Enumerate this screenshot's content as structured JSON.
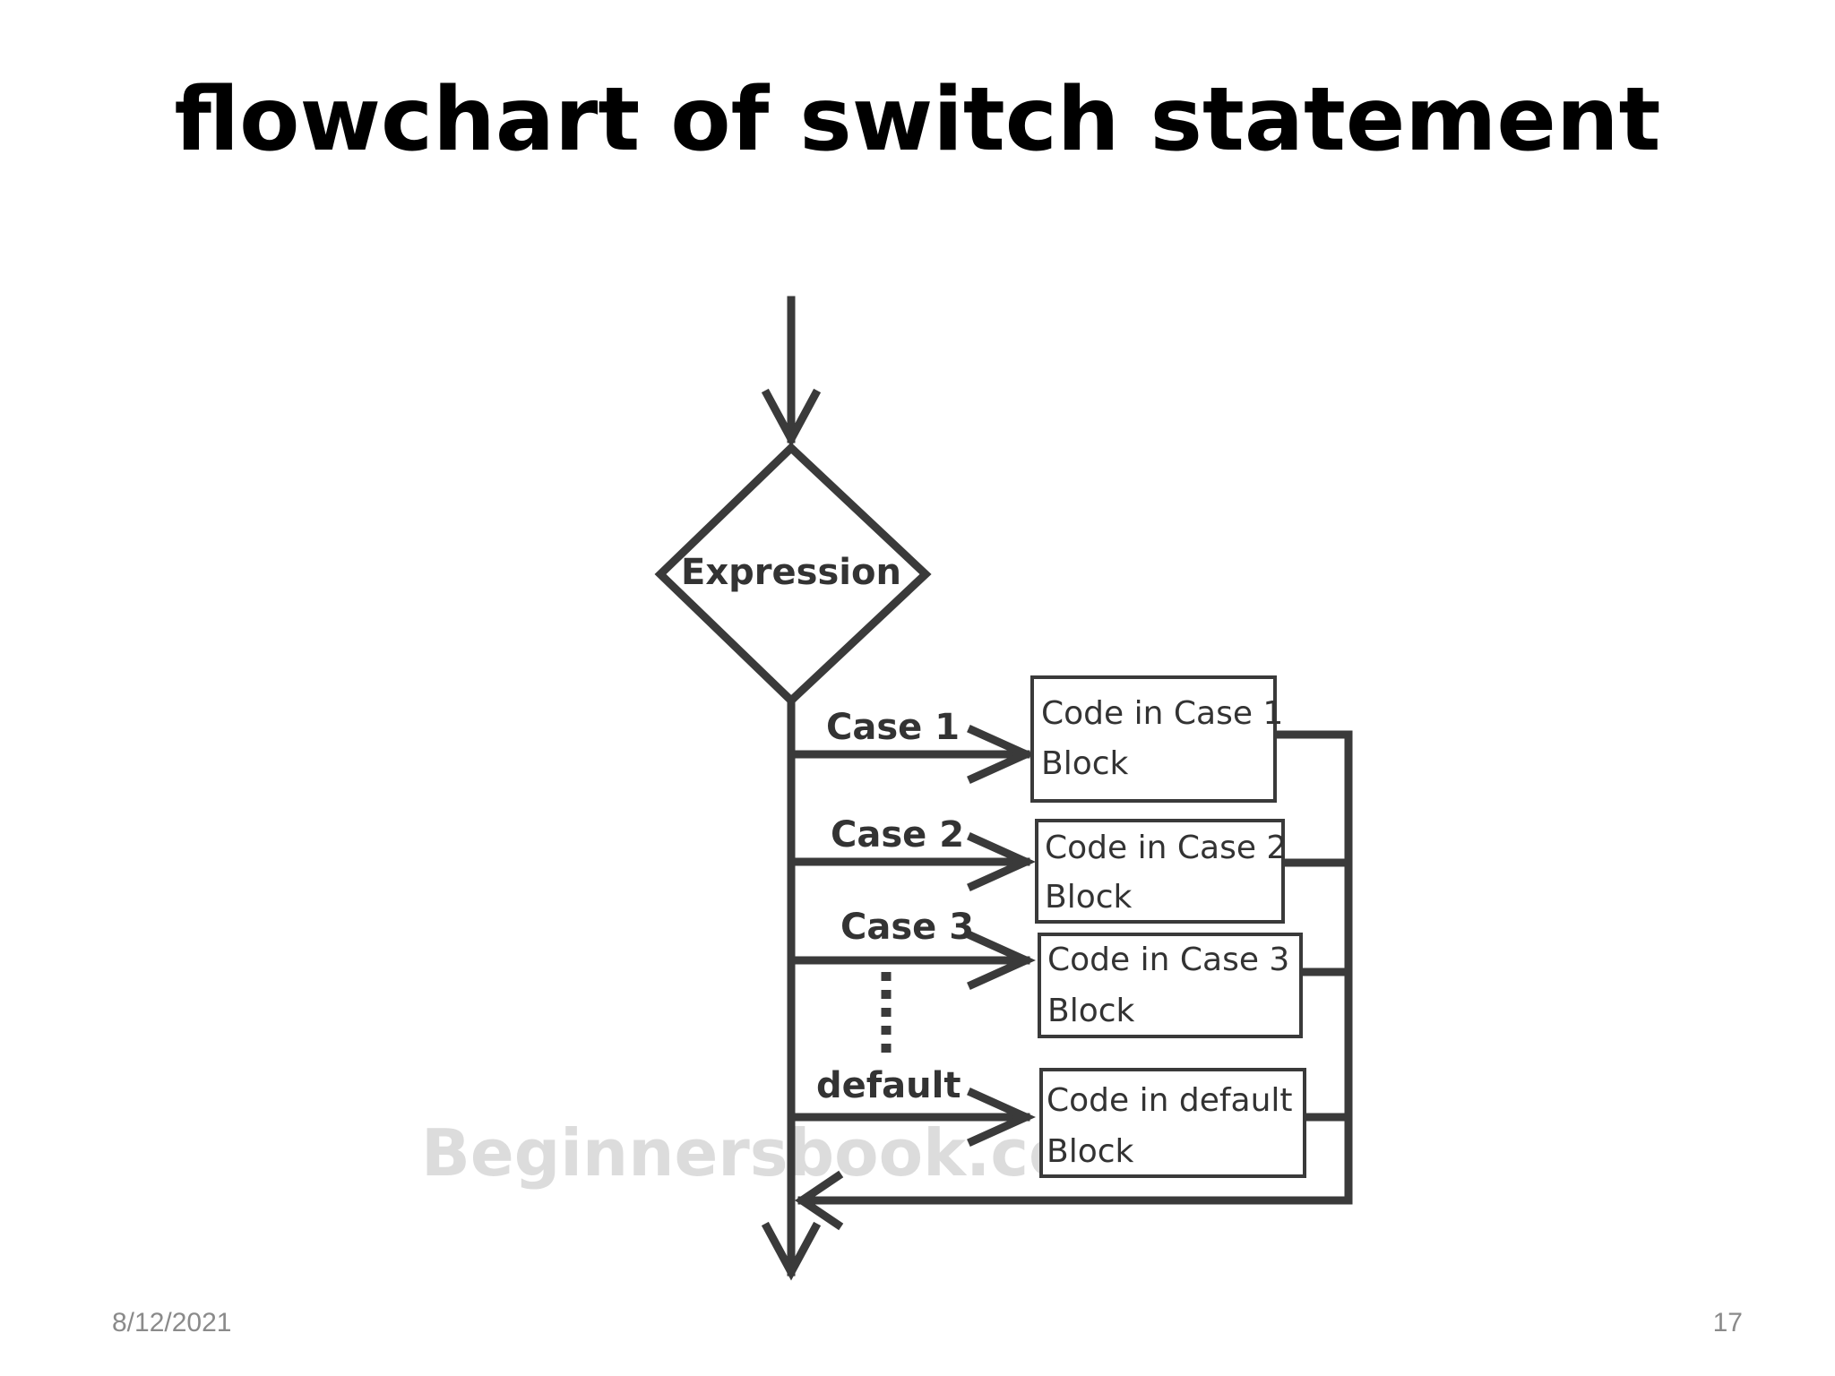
{
  "slide": {
    "title": "flowchart of switch statement",
    "date": "8/12/2021",
    "page_number": "17"
  },
  "diagram": {
    "decision": "Expression",
    "branches": [
      {
        "label": "Case 1",
        "block_line1": "Code in Case 1",
        "block_line2": "Block"
      },
      {
        "label": "Case 2",
        "block_line1": "Code in Case 2",
        "block_line2": "Block"
      },
      {
        "label": "Case 3",
        "block_line1": "Code in Case 3",
        "block_line2": "Block"
      },
      {
        "label": "default",
        "block_line1": "Code in default",
        "block_line2": "Block"
      }
    ],
    "watermark": "Beginnersbook.com",
    "colors": {
      "stroke": "#3a3a3a",
      "text": "#333333",
      "watermark": "#dcdcdc"
    }
  }
}
